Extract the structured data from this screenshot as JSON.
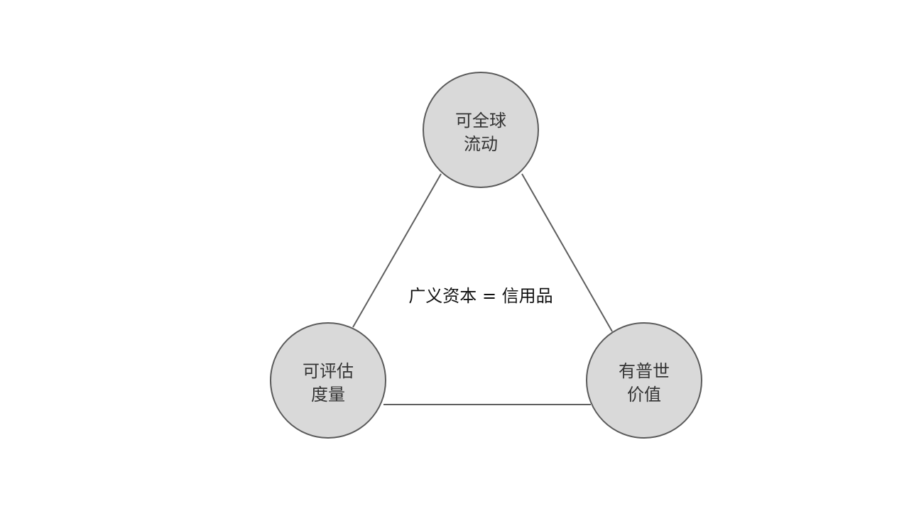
{
  "center_label": "广义资本 = 信用品",
  "nodes": {
    "top": {
      "line1": "可全球",
      "line2": "流动"
    },
    "left": {
      "line1": "可评估",
      "line2": "度量"
    },
    "right": {
      "line1": "有普世",
      "line2": "价值"
    }
  }
}
